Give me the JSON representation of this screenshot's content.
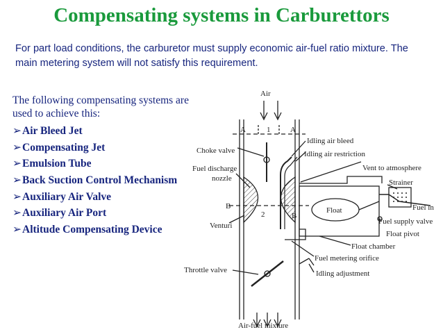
{
  "title": "Compensating systems in Carburettors",
  "intro": "For part load conditions, the carburetor must supply economic air-fuel ratio mixture. The main metering system will not satisfy this requirement.",
  "lead": "The following compensating systems are used to achieve this:",
  "bullet_glyph": "➢",
  "systems": [
    "Air Bleed Jet",
    "Compensating Jet",
    "Emulsion Tube",
    "Back Suction Control Mechanism",
    "Auxiliary Air Valve",
    "Auxiliary Air Port",
    "Altitude Compensating Device"
  ],
  "diagram": {
    "labels": {
      "air": "Air",
      "a_left": "A",
      "a_right": "A",
      "section_1": "1",
      "section_2": "2",
      "b_left": "B",
      "b_right": "B",
      "choke_valve": "Choke valve",
      "fuel_discharge_1": "Fuel discharge",
      "fuel_discharge_2": "nozzle",
      "venturi": "Venturi",
      "throttle_valve": "Throttle valve",
      "idling_air_bleed": "Idling air bleed",
      "idling_air_restriction": "Idling air restriction",
      "vent_to_atmosphere": "Vent to atmosphere",
      "strainer": "Strainer",
      "fuel_in": "Fuel in",
      "float": "Float",
      "fuel_supply_valve": "Fuel supply valve",
      "float_pivot": "Float pivot",
      "float_chamber": "Float chamber",
      "fuel_metering_orifice": "Fuel metering orifice",
      "idling_adjustment": "Idling adjustment",
      "air_fuel_mixture": "Air-fuel mixture"
    }
  },
  "colors": {
    "title": "#1a9a3c",
    "text": "#17257e",
    "diagram": "#222222"
  }
}
